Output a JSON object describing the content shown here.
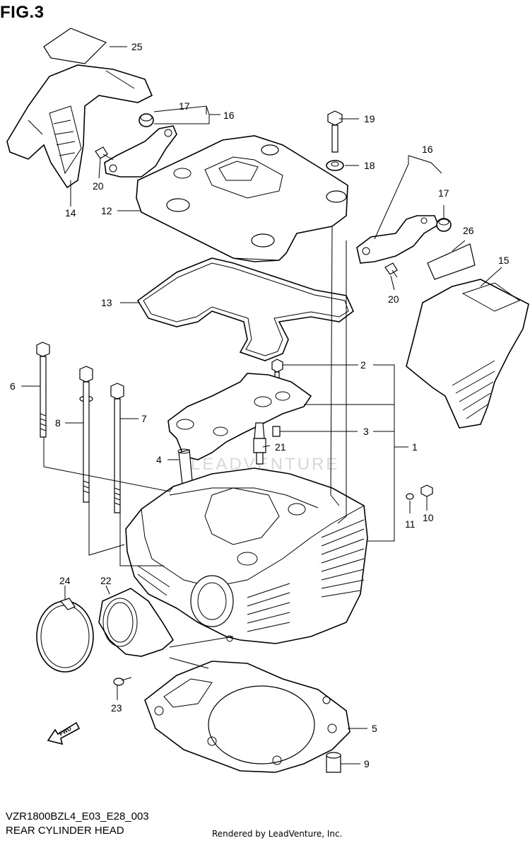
{
  "figure": {
    "title": "FIG.3",
    "model_code": "VZR1800BZL4_E03_E28_003",
    "caption": "REAR CYLINDER HEAD",
    "render_credit": "Rendered by LeadVenture, Inc.",
    "watermark": "LEADVENTURE",
    "fwd_marker": "FWD"
  },
  "callouts": [
    "25",
    "17",
    "16",
    "19",
    "18",
    "20",
    "14",
    "12",
    "16",
    "17",
    "26",
    "15",
    "13",
    "20",
    "2",
    "6",
    "8",
    "7",
    "3",
    "4",
    "21",
    "1",
    "11",
    "10",
    "24",
    "22",
    "23",
    "5",
    "9"
  ]
}
